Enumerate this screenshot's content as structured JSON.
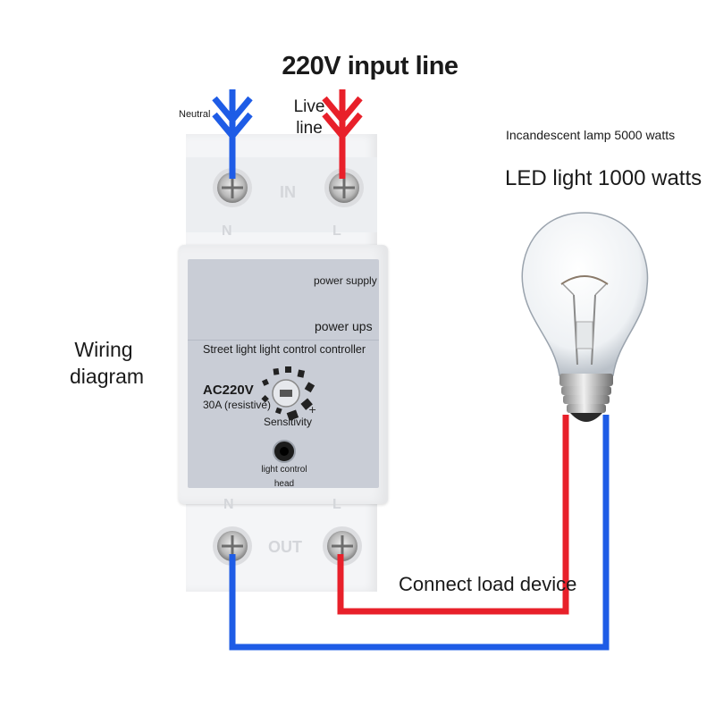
{
  "title": "220V input line",
  "labels": {
    "neutral": "Neutral",
    "live": "Live line",
    "incandescent": "Incandescent lamp 5000 watts",
    "led": "LED light 1000 watts",
    "wiring": "Wiring diagram",
    "connect": "Connect load device"
  },
  "device": {
    "power_supply": "power supply",
    "power_ups": "power ups",
    "name": "Street light light control controller",
    "voltage": "AC220V",
    "current": "30A (resistive)",
    "sensitivity": "Sensitivity",
    "sensor": "light control head",
    "terminal_in": "IN",
    "terminal_out": "OUT",
    "terminal_n": "N",
    "terminal_l": "L"
  },
  "colors": {
    "neutral_wire": "#1e5ce6",
    "live_wire": "#e8202a",
    "panel": "#c9cdd6"
  },
  "icons": [
    "arrow-down-icon",
    "screw-terminal-icon",
    "bulb-icon",
    "dial-icon",
    "sensor-icon"
  ]
}
